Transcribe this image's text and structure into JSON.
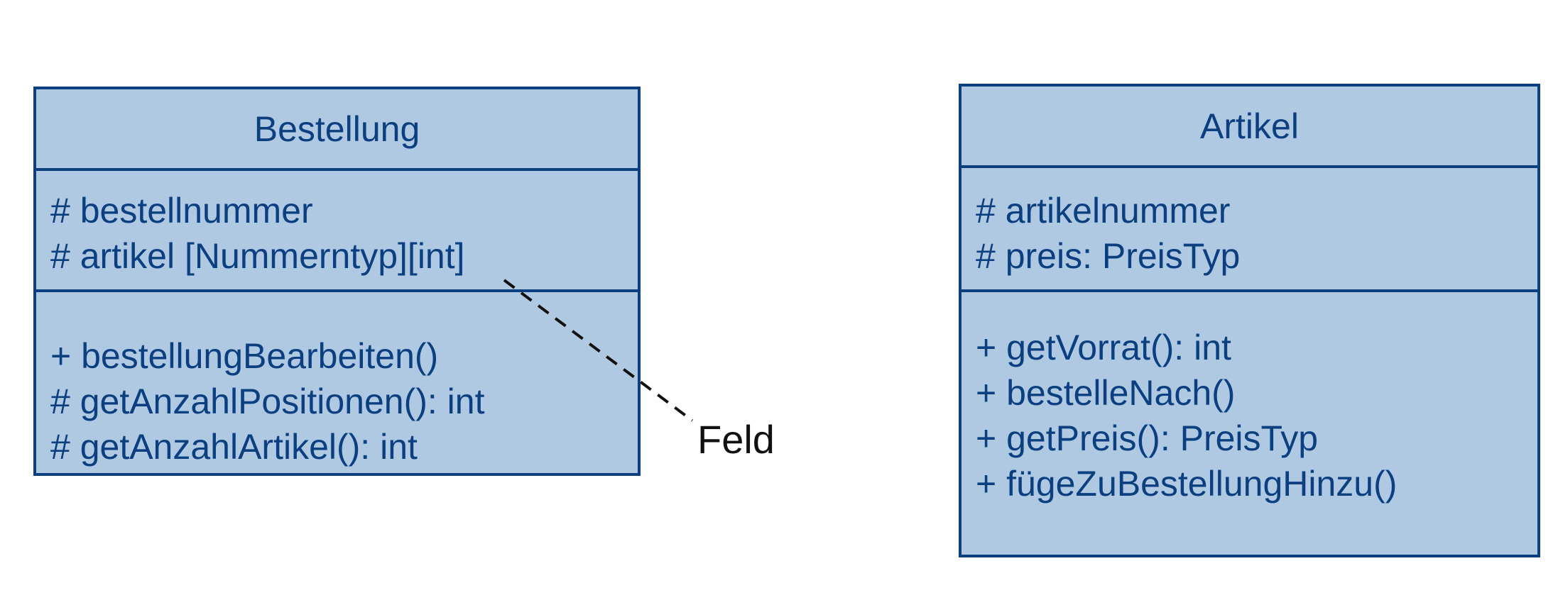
{
  "colors": {
    "class_fill": "#afc9e2",
    "class_border": "#0b3f80",
    "class_text": "#0b3f80",
    "note_text": "#111111"
  },
  "classes": [
    {
      "name": "Bestellung",
      "attributes": [
        "# bestellnummer",
        "# artikel [Nummerntyp][int]"
      ],
      "operations": [
        "+ bestellungBearbeiten()",
        "# getAnzahlPositionen(): int",
        "# getAnzahlArtikel(): int"
      ]
    },
    {
      "name": "Artikel",
      "attributes": [
        "# artikelnummer",
        "# preis: PreisTyp"
      ],
      "operations": [
        "+ getVorrat(): int",
        "+ bestelleNach()",
        "+ getPreis(): PreisTyp",
        "+ fügeZuBestellungHinzu()"
      ]
    }
  ],
  "annotation": {
    "label": "Feld",
    "target": "# artikel [Nummerntyp][int]"
  }
}
